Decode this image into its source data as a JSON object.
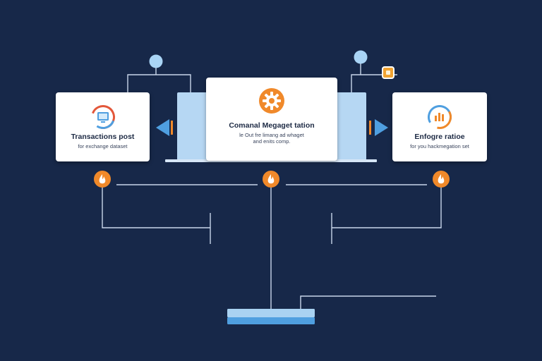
{
  "cards": {
    "left": {
      "title": "Transactions post",
      "subtitle": "for exchange dataset"
    },
    "center": {
      "title": "Comanal Megaget tation",
      "subtitle_line1": "le Out fre limang ad whaget",
      "subtitle_line2": "and enits comp."
    },
    "right": {
      "title": "Enfogre ratioe",
      "subtitle": "for you hackmegation set"
    }
  },
  "colors": {
    "background": "#172849",
    "line": "#c9d6ea",
    "node": "#f0892a",
    "accent_blue": "#4f9fe0",
    "tray": "#b6d7f3",
    "circle_light": "#a9d4f5"
  },
  "icons": {
    "left_card": "monitor-icon",
    "center_card": "gear-icon",
    "right_card": "bar-chart-icon",
    "nodes": "fire-icon",
    "top_right_badge": "tag-icon"
  }
}
